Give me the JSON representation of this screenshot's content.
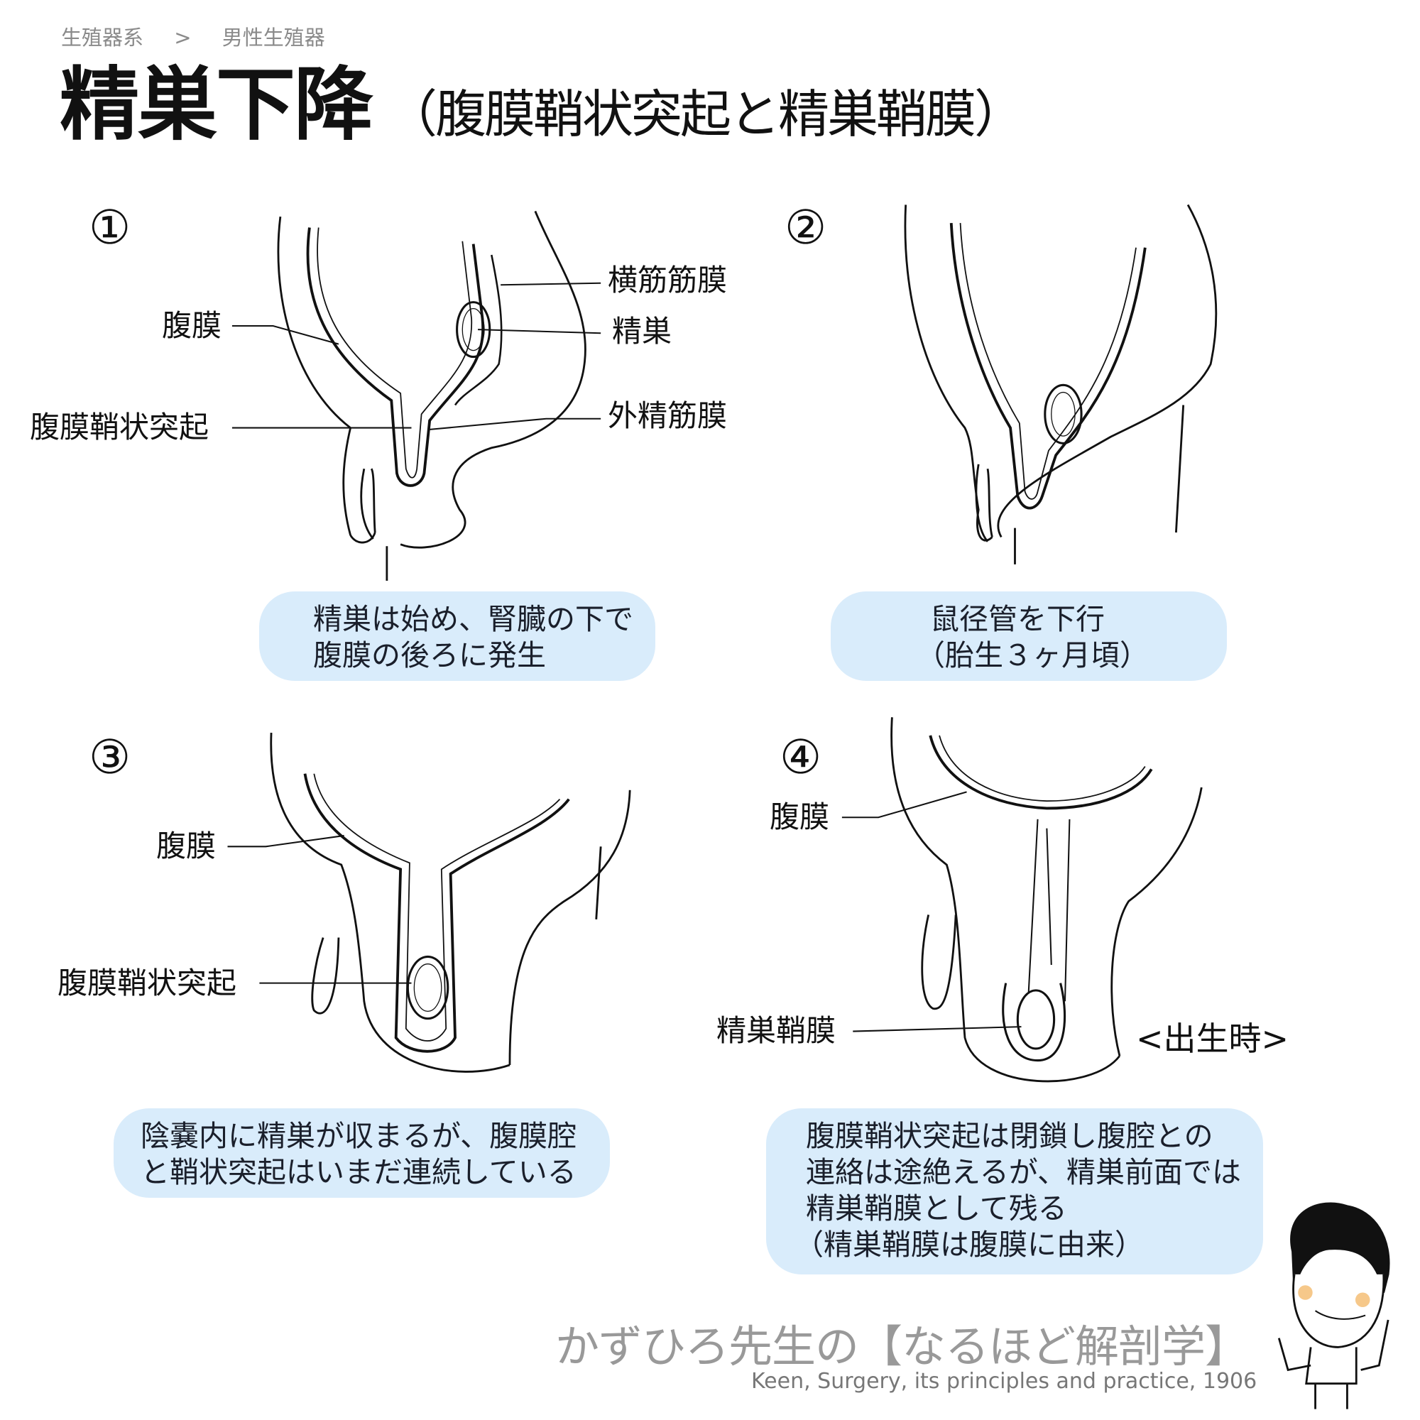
{
  "breadcrumb": [
    "生殖器系",
    ">",
    "男性生殖器"
  ],
  "title": {
    "main": "精巣下降",
    "sub": "（腹膜鞘状突起と精巣鞘膜）"
  },
  "panels": [
    {
      "number": "①",
      "labels": [
        "腹膜",
        "腹膜鞘状突起",
        "横筋筋膜",
        "精巣",
        "外精筋膜"
      ],
      "caption": [
        "精巣は始め、腎臓の下で",
        "腹膜の後ろに発生"
      ]
    },
    {
      "number": "②",
      "labels": [],
      "caption": [
        "鼠径管を下行",
        "（胎生３ヶ月頃）"
      ]
    },
    {
      "number": "③",
      "labels": [
        "腹膜",
        "腹膜鞘状突起"
      ],
      "caption": [
        "陰嚢内に精巣が収まるが、腹膜腔",
        "と鞘状突起はいまだ連続している"
      ]
    },
    {
      "number": "④",
      "labels": [
        "腹膜",
        "精巣鞘膜",
        "<出生時>"
      ],
      "caption": [
        "腹膜鞘状突起は閉鎖し腹腔との",
        "連絡は途絶えるが、精巣前面では",
        "精巣鞘膜として残る",
        "（精巣鞘膜は腹膜に由来）"
      ]
    }
  ],
  "footer": {
    "brand": "かずひろ先生の【なるほど解剖学】",
    "citation": "Keen, Surgery, its principles and practice, 1906"
  },
  "colors": {
    "caption_bg": "#d9ecfb",
    "brand_gray": "#999999",
    "cheek": "#f6c88a"
  }
}
